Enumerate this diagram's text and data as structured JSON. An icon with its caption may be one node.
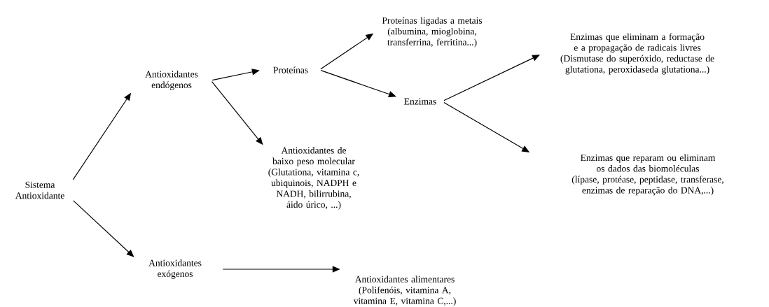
{
  "diagram": {
    "nodes": [
      {
        "text": [
          "Sistema Antioxidante"
        ]
      },
      {
        "text": [
          "Antioxidantes endógenos"
        ]
      },
      {
        "text": [
          "Antioxidantes exógenos"
        ]
      },
      {
        "text": [
          "Proteínas"
        ]
      },
      {
        "text": [
          "Antioxidantes de baixo peso molecular",
          "(Glutationa, vitamina c, ubiquinois, NADPH e NADH, bilirrubina, áido úrico, ...)"
        ]
      },
      {
        "text": [
          "Proteínas ligadas a metais",
          "(albumina, mioglobina, transferrina, ferritina...)"
        ]
      },
      {
        "text": [
          "Enzimas"
        ]
      },
      {
        "text": [
          "Antioxidantes alimentares",
          "(Polifenóis, vitamina A, vitamina E, vitamina C,...)"
        ]
      },
      {
        "text": [
          "Enzimas que eliminam a formação e a propagação de radicais livres",
          "(Dismutase do superóxido, reductase de glutationa, peroxidaseda glutationa...)"
        ]
      },
      {
        "text": [
          "Enzimas que reparam ou eliminam os dados das biomoléculas",
          "(lípase, protéase, peptidase, transferase, enzimas de reparação do DNA,...)"
        ]
      }
    ],
    "edges": [
      {
        "from": 0,
        "to": 1,
        "arrow": "to"
      },
      {
        "from": 0,
        "to": 2,
        "arrow": "to"
      },
      {
        "from": 1,
        "to": 3,
        "arrow": "to"
      },
      {
        "from": 1,
        "to": 4,
        "arrow": "to"
      },
      {
        "from": 3,
        "to": 5,
        "arrow": "to"
      },
      {
        "from": 3,
        "to": 6,
        "arrow": "to"
      },
      {
        "from": 6,
        "to": 8,
        "arrow": "to"
      },
      {
        "from": 6,
        "to": 9,
        "arrow": "to"
      },
      {
        "from": 2,
        "to": 7,
        "arrow": "to"
      }
    ]
  }
}
